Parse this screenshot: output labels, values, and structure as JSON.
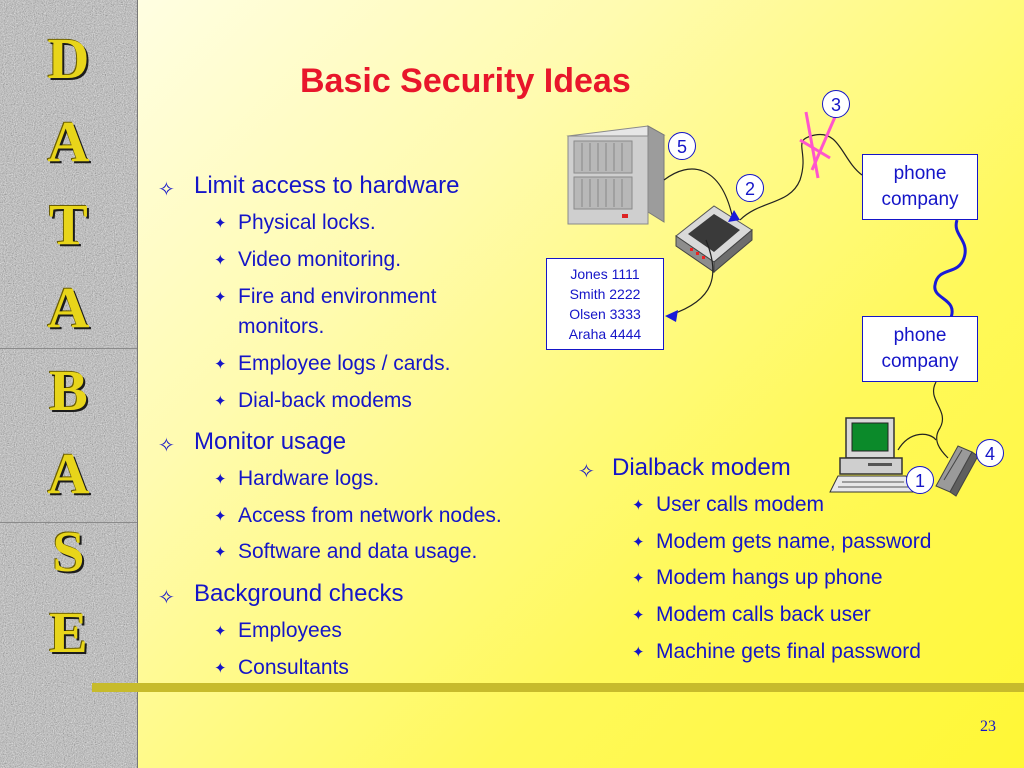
{
  "sidebar": {
    "letters": [
      "D",
      "A",
      "T",
      "A",
      "B",
      "A",
      "S",
      "E"
    ]
  },
  "title": "Basic Security Ideas",
  "left_list": [
    {
      "text": "Limit access to hardware",
      "items": [
        "Physical locks.",
        "Video monitoring.",
        "Fire and environment",
        "monitors.",
        "Employee logs / cards.",
        "Dial-back modems"
      ]
    },
    {
      "text": "Monitor usage",
      "items": [
        "Hardware logs.",
        "Access from network nodes.",
        "Software and data usage."
      ]
    },
    {
      "text": "Background checks",
      "items": [
        "Employees",
        "Consultants"
      ]
    }
  ],
  "right_list": {
    "text": "Dialback modem",
    "items": [
      "User calls modem",
      "Modem gets name, password",
      "Modem hangs up phone",
      "Modem calls back user",
      "Machine gets final password"
    ]
  },
  "diagram": {
    "phone_company_top": [
      "phone",
      "company"
    ],
    "phone_company_bottom": [
      "phone",
      "company"
    ],
    "name_list": [
      "Jones 1111",
      "Smith 2222",
      "Olsen 3333",
      "Araha 4444"
    ],
    "steps": [
      "1",
      "2",
      "3",
      "4",
      "5"
    ]
  },
  "glyphs": {
    "level1": "✧",
    "level2": "✦"
  },
  "icons": [
    "server-icon",
    "modem-icon",
    "computer-icon",
    "user-modem-icon"
  ],
  "colors": {
    "text": "#1515c8",
    "title": "#e8162b",
    "sidebar_letters": "#e8d51a",
    "cut_mark": "#ff55cc"
  },
  "page_number": "23"
}
